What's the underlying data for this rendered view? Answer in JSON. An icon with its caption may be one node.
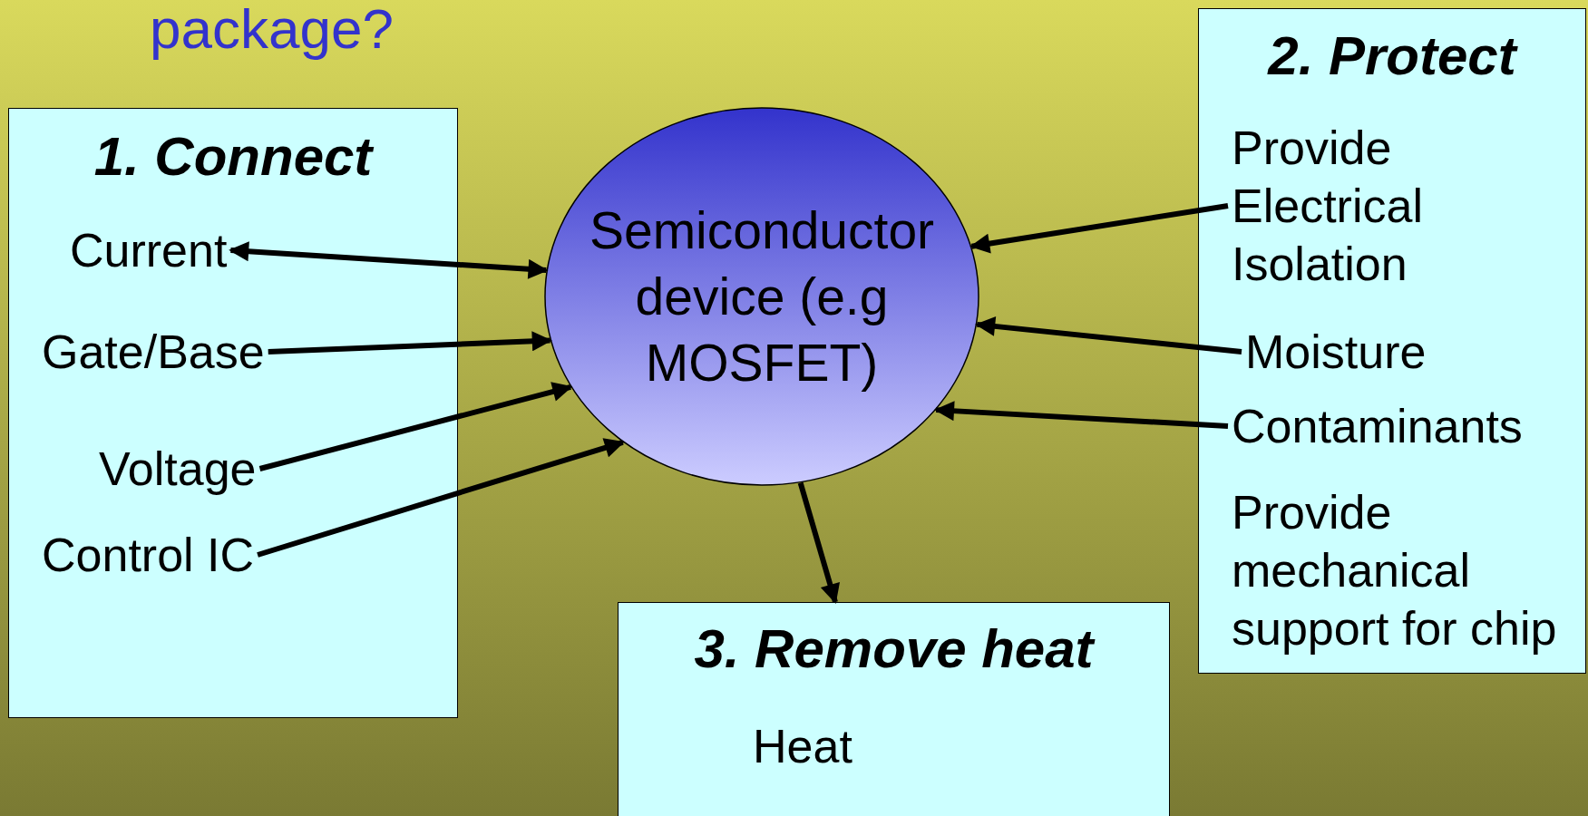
{
  "diagram": {
    "title": "package?",
    "nodes": [
      {
        "text": [
          "1. Connect"
        ]
      },
      {
        "text": [
          "Current"
        ],
        "in": 0
      },
      {
        "text": [
          "Gate/Base"
        ],
        "in": 0
      },
      {
        "text": [
          "Voltage"
        ],
        "in": 0
      },
      {
        "text": [
          "Control IC"
        ],
        "in": 0
      },
      {
        "text": [
          "Semiconductor device (e.g MOSFET)"
        ]
      },
      {
        "text": [
          "2. Protect"
        ]
      },
      {
        "text": [
          "Provide Electrical Isolation"
        ],
        "in": 6
      },
      {
        "text": [
          "Moisture"
        ],
        "in": 6
      },
      {
        "text": [
          "Contaminants"
        ],
        "in": 6
      },
      {
        "text": [
          "Provide mechanical support for chip"
        ],
        "in": 6
      },
      {
        "text": [
          "3. Remove heat"
        ]
      },
      {
        "text": [
          "Heat"
        ],
        "in": 11
      }
    ],
    "edges": [
      {
        "from": 1,
        "to": 5,
        "arrow": "both"
      },
      {
        "from": 2,
        "to": 5,
        "arrow": "to"
      },
      {
        "from": 3,
        "to": 5,
        "arrow": "to"
      },
      {
        "from": 4,
        "to": 5,
        "arrow": "to"
      },
      {
        "from": 7,
        "to": 5,
        "arrow": "to"
      },
      {
        "from": 8,
        "to": 5,
        "arrow": "to"
      },
      {
        "from": 9,
        "to": 5,
        "arrow": "to"
      },
      {
        "from": 5,
        "to": 11,
        "arrow": "to"
      }
    ]
  }
}
